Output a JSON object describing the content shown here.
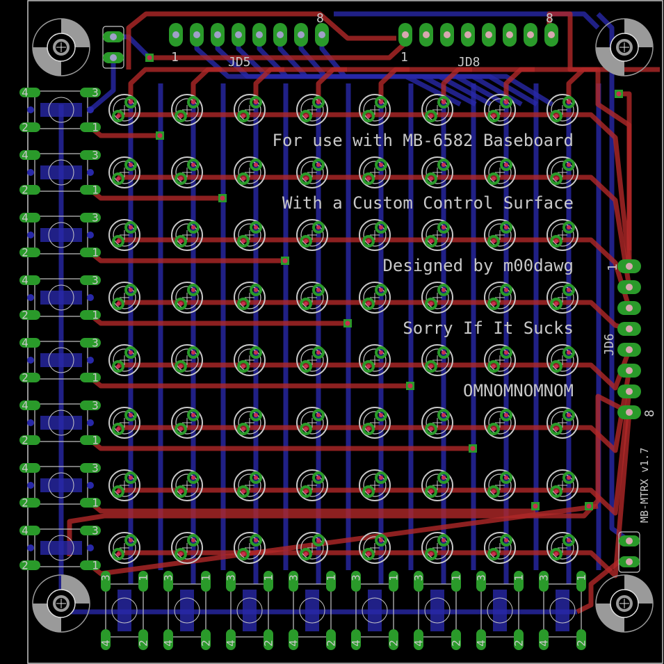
{
  "board": {
    "name": "MB-MTRX v1.7",
    "colors": {
      "background": "#000000",
      "top_copper": "#b02828",
      "bottom_copper": "#2828a8",
      "pad": "#2a9a2a",
      "silkscreen": "#c8c8c8",
      "drill": "#a0a0c8",
      "via": "#c83050"
    },
    "notes": [
      "For use with MB-6582 Baseboard",
      "With a Custom Control Surface",
      "Designed by m00dawg",
      "Sorry If It Sucks",
      "OMNOMNOMNOM"
    ],
    "connectors": {
      "jd5": {
        "label": "JD5",
        "pin_first": "1",
        "pin_last": "8"
      },
      "jd8": {
        "label": "JD8",
        "pin_first": "1",
        "pin_last": "8"
      },
      "jd6": {
        "label": "JD6",
        "pin_first": "1",
        "pin_last": "8"
      }
    },
    "switch_pin_labels": [
      "4",
      "3",
      "2",
      "1"
    ],
    "led_grid": {
      "rows": 8,
      "cols": 8
    },
    "left_switches": 8,
    "bottom_switches": 8
  }
}
